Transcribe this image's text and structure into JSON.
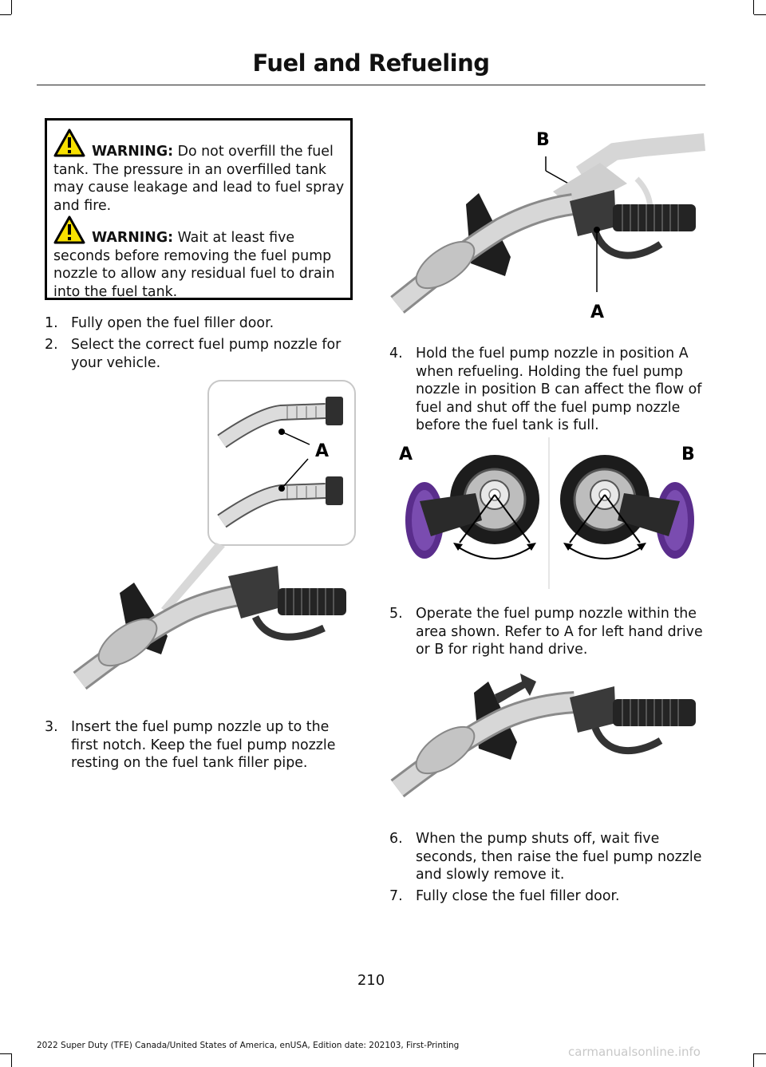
{
  "header": {
    "title": "Fuel and Refueling"
  },
  "warnings": [
    {
      "label": "WARNING:",
      "text": "Do not overfill the fuel tank. The pressure in an overfilled tank may cause leakage and lead to fuel spray and fire."
    },
    {
      "label": "WARNING:",
      "text": "Wait at least five seconds before removing the fuel pump nozzle to allow any residual fuel to drain into the fuel tank."
    }
  ],
  "steps": [
    {
      "num": "1.",
      "text": "Fully open the fuel filler door."
    },
    {
      "num": "2.",
      "text": "Select the correct fuel pump nozzle for your vehicle."
    },
    {
      "num": "3.",
      "text": "Insert the fuel pump nozzle up to the first notch.  Keep the fuel pump nozzle resting on the fuel tank filler pipe."
    },
    {
      "num": "4.",
      "text": "Hold the fuel pump nozzle in position A when refueling.  Holding the fuel pump nozzle in position B can affect the flow of fuel and shut off the fuel pump nozzle before the fuel tank is full."
    },
    {
      "num": "5.",
      "text": "Operate the fuel pump nozzle within the area shown. Refer to A for left hand drive or B for right hand drive."
    },
    {
      "num": "6.",
      "text": "When the pump shuts off, wait five seconds, then raise the fuel pump nozzle and slowly remove it."
    },
    {
      "num": "7.",
      "text": "Fully close the fuel filler door."
    }
  ],
  "figures": {
    "notch": {
      "label_a": "A"
    },
    "position": {
      "label_a": "A",
      "label_b": "B"
    },
    "area": {
      "label_a": "A",
      "label_b": "B"
    }
  },
  "footer": {
    "page": "210",
    "info": "2022 Super Duty (TFE) Canada/United States of America, enUSA, Edition date: 202103, First-Printing",
    "watermark": "carmanualsonline.info"
  },
  "colors": {
    "nozzle": "#3a3a3a",
    "pipe": "#c9c9c9",
    "accent_purple": "#5a2d8c"
  }
}
